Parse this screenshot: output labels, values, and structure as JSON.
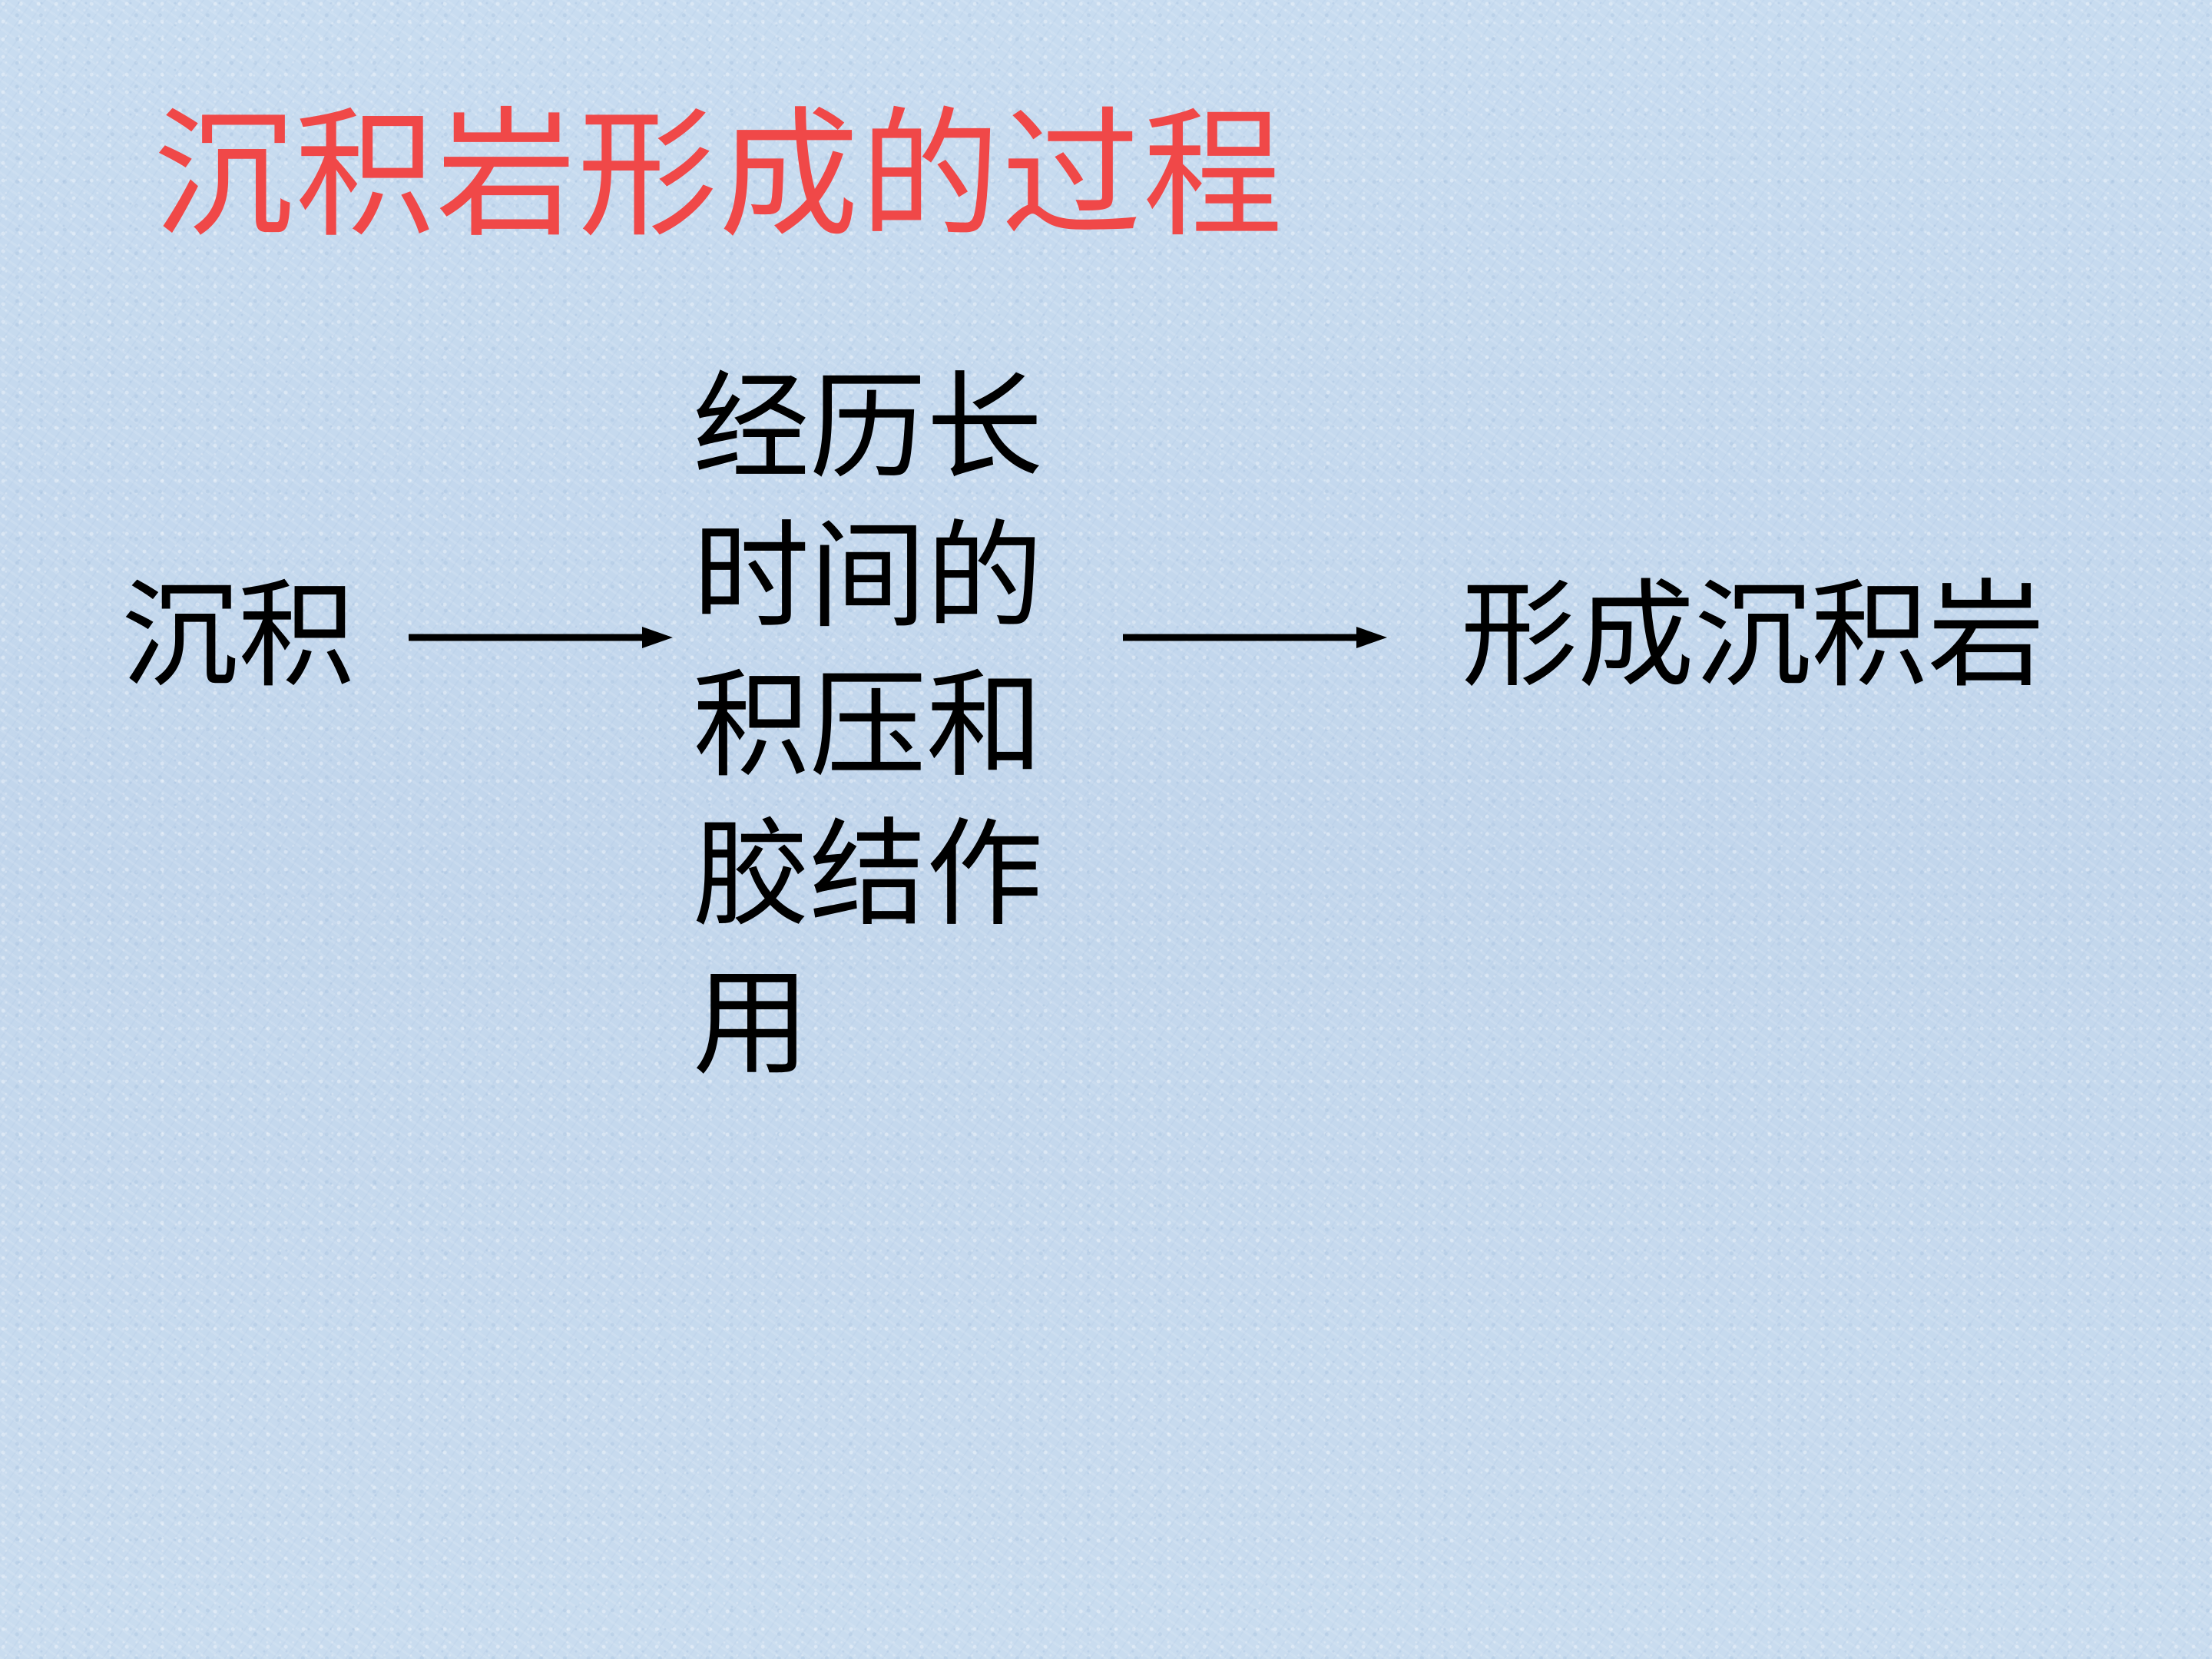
{
  "slide": {
    "title": "沉积岩形成的过程",
    "title_color": "#f04848",
    "text_color": "#000000",
    "background_color": "#c6daee",
    "flow": {
      "start": "沉积",
      "middle_lines": [
        "经历长",
        "时间的",
        "积压和",
        "胶结作",
        "用"
      ],
      "end": "形成沉积岩"
    }
  }
}
